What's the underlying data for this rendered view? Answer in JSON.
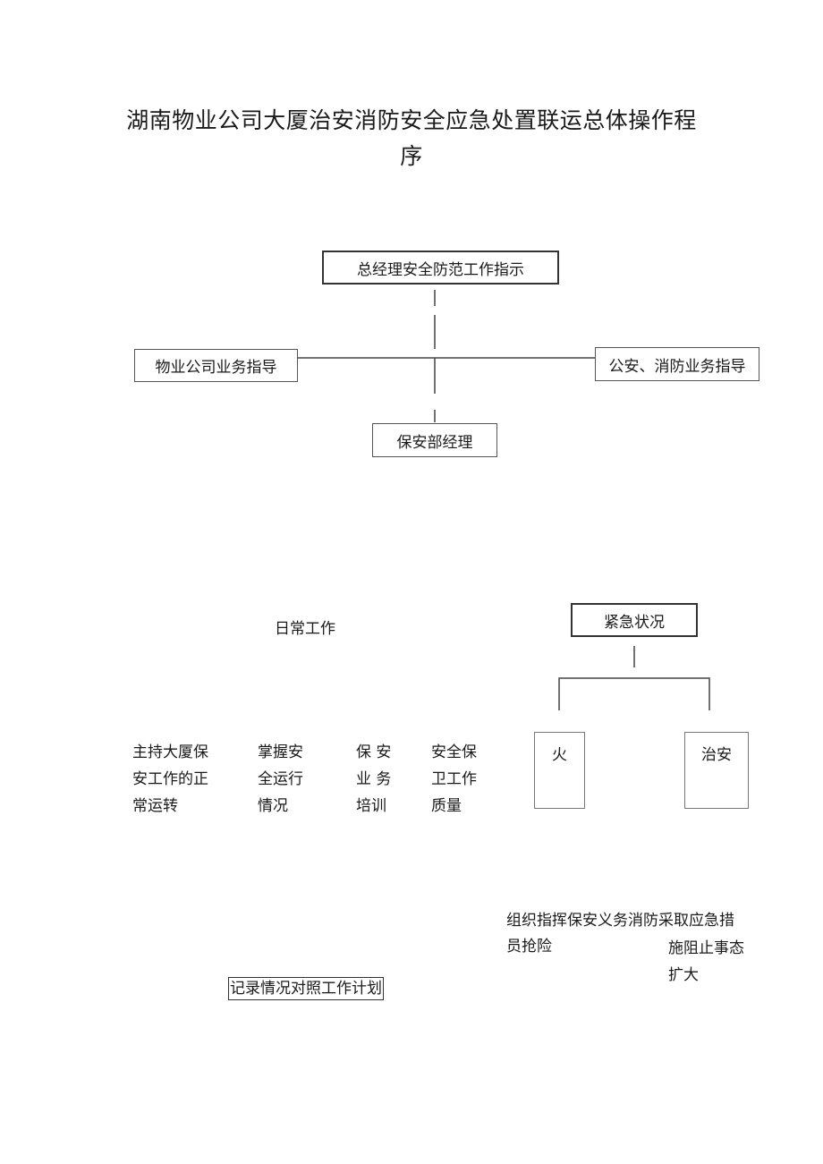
{
  "document": {
    "title_line1": "湖南物业公司大厦治安消防安全应急处置联运总体操作程",
    "title_line2": "序"
  },
  "org_chart": {
    "top": "总经理安全防范工作指示",
    "left": "物业公司业务指导",
    "right": "公安、消防业务指导",
    "bottom": "保安部经理"
  },
  "daily": {
    "heading": "日常工作",
    "columns": [
      "主持大厦保\n安工作的正\n常运转",
      "掌握安\n全运行\n情况",
      "保 安\n业 务\n培训",
      "安全保\n卫工作\n质量"
    ],
    "record_box": "记录情况对照工作计划"
  },
  "emergency": {
    "heading": "紧急状况",
    "fire": "火",
    "security": "治安",
    "action_line1": "组织指挥保安义务消防采取应急措",
    "action_line2_left": "员抢险",
    "action_line2_right": "施阻止事态",
    "action_line3": "扩大"
  }
}
